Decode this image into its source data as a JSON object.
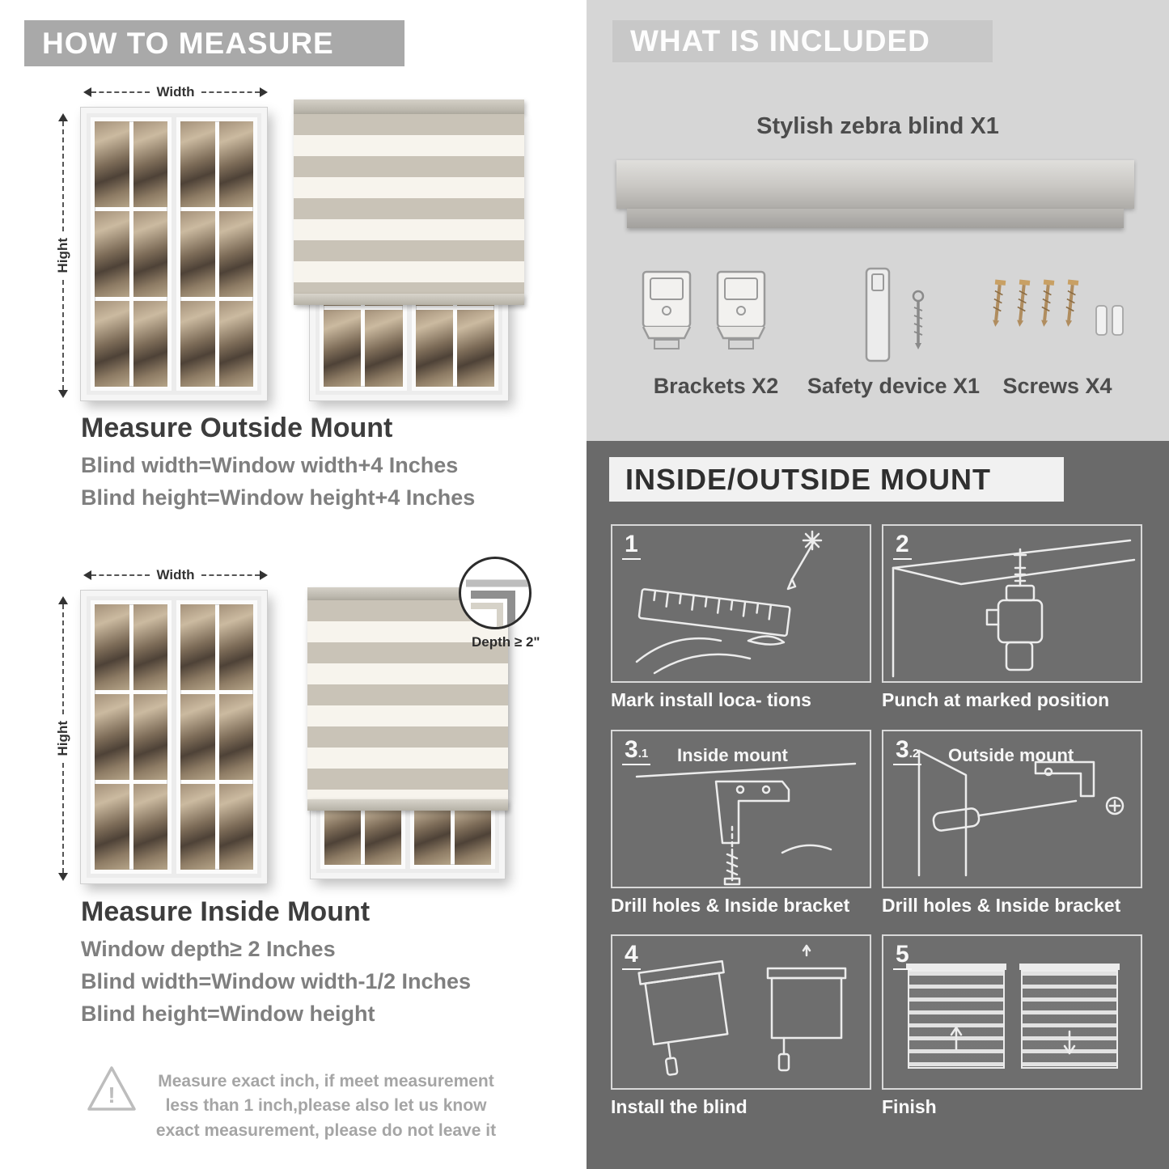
{
  "colors": {
    "left_header_bg": "#a9a9a9",
    "included_bg": "#d6d6d6",
    "included_header_bg": "#c8c8c8",
    "mount_bg": "#6a6a6a",
    "mount_header_bg": "#f1f1f1",
    "stripe_gray": "#c9c3b7",
    "stripe_white": "#f7f4ed"
  },
  "left": {
    "header": "HOW TO MEASURE",
    "outside": {
      "width_label": "Width",
      "height_label": "Hight",
      "title": "Measure Outside Mount",
      "formulas": [
        "Blind width=Window width+4 Inches",
        "Blind height=Window height+4 Inches"
      ]
    },
    "inside": {
      "width_label": "Width",
      "height_label": "Hight",
      "depth_label": "Depth ≥ 2\"",
      "title": "Measure Inside Mount",
      "formulas": [
        "Window depth≥ 2 Inches",
        "Blind width=Window width-1/2 Inches",
        "Blind height=Window height"
      ]
    },
    "warning": {
      "icon_glyph": "!",
      "text": "Measure exact inch, if meet measurement less than 1 inch,please also let us know exact measurement, please do not leave it"
    }
  },
  "right": {
    "included": {
      "header": "WHAT IS INCLUDED",
      "blind_label": "Stylish zebra blind X1",
      "items": [
        "Brackets X2",
        "Safety device X1",
        "Screws X4"
      ]
    },
    "mount": {
      "header": "INSIDE/OUTSIDE MOUNT",
      "steps": [
        {
          "num": "1",
          "sub": "",
          "title": "",
          "caption": "Mark install loca- tions"
        },
        {
          "num": "2",
          "sub": "",
          "title": "",
          "caption": "Punch at  marked position"
        },
        {
          "num": "3",
          "sub": ".1",
          "title": "Inside mount",
          "caption": "Drill holes &  Inside bracket"
        },
        {
          "num": "3",
          "sub": ".2",
          "title": "Outside mount",
          "caption": "Drill holes &  Inside bracket"
        },
        {
          "num": "4",
          "sub": "",
          "title": "",
          "caption": "Install the blind"
        },
        {
          "num": "5",
          "sub": "",
          "title": "",
          "caption": "Finish"
        }
      ]
    }
  }
}
